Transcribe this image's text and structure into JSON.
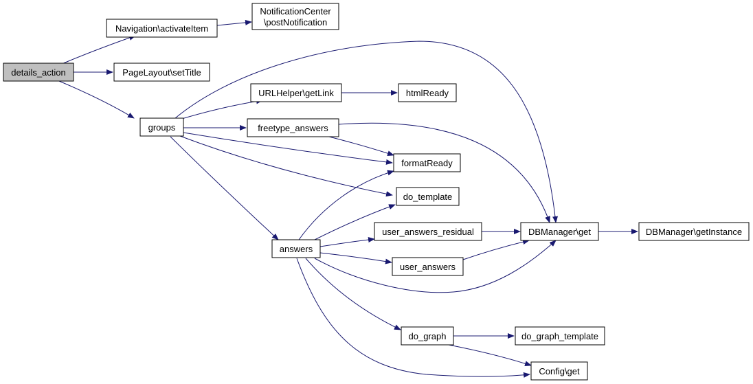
{
  "diagram": {
    "type": "call-graph",
    "edge_color": "#191970",
    "root_fill": "#bfbfbf",
    "nodes": {
      "details_action": "details_action",
      "navigation_activate": "Navigation\\activateItem",
      "notification_line1": "NotificationCenter",
      "notification_line2": "\\postNotification",
      "pagelayout_settitle": "PageLayout\\setTitle",
      "groups": "groups",
      "urlhelper_getlink": "URLHelper\\getLink",
      "htmlready": "htmlReady",
      "freetype_answers": "freetype_answers",
      "formatready": "formatReady",
      "do_template": "do_template",
      "answers": "answers",
      "user_answers_residual": "user_answers_residual",
      "user_answers": "user_answers",
      "dbmanager_get": "DBManager\\get",
      "dbmanager_getinstance": "DBManager\\getInstance",
      "do_graph": "do_graph",
      "do_graph_template": "do_graph_template",
      "config_get": "Config\\get"
    },
    "edges": [
      [
        "details_action",
        "Navigation\\activateItem"
      ],
      [
        "details_action",
        "PageLayout\\setTitle"
      ],
      [
        "details_action",
        "groups"
      ],
      [
        "Navigation\\activateItem",
        "NotificationCenter\\postNotification"
      ],
      [
        "groups",
        "DBManager\\get"
      ],
      [
        "groups",
        "URLHelper\\getLink"
      ],
      [
        "groups",
        "freetype_answers"
      ],
      [
        "groups",
        "formatReady"
      ],
      [
        "groups",
        "do_template"
      ],
      [
        "groups",
        "answers"
      ],
      [
        "URLHelper\\getLink",
        "htmlReady"
      ],
      [
        "freetype_answers",
        "formatReady"
      ],
      [
        "freetype_answers",
        "DBManager\\get"
      ],
      [
        "answers",
        "formatReady"
      ],
      [
        "answers",
        "do_template"
      ],
      [
        "answers",
        "user_answers_residual"
      ],
      [
        "answers",
        "user_answers"
      ],
      [
        "answers",
        "DBManager\\get"
      ],
      [
        "answers",
        "do_graph"
      ],
      [
        "answers",
        "Config\\get"
      ],
      [
        "user_answers_residual",
        "DBManager\\get"
      ],
      [
        "user_answers",
        "DBManager\\get"
      ],
      [
        "DBManager\\get",
        "DBManager\\getInstance"
      ],
      [
        "do_graph",
        "do_graph_template"
      ],
      [
        "do_graph",
        "Config\\get"
      ]
    ]
  }
}
